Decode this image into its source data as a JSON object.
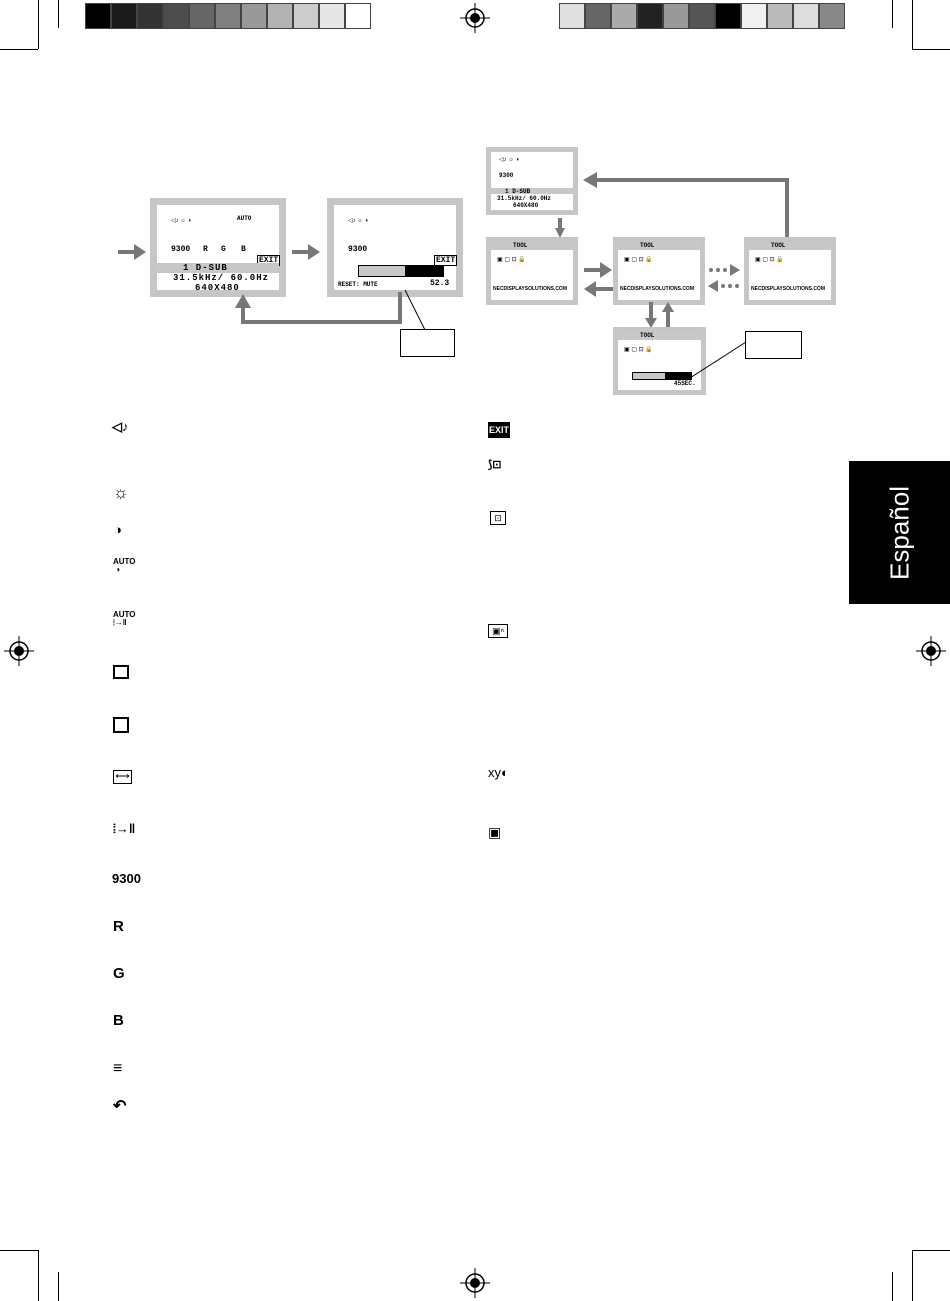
{
  "osd_main": {
    "selected_input_label": "1 D-SUB",
    "frequency_label": "31.5kHz/ 60.0Hz",
    "resolution_label": "640X480",
    "color_preset_label": "9300",
    "red_label": "R",
    "green_label": "G",
    "blue_label": "B",
    "auto_label": "AUTO",
    "exit_label": "EXIT"
  },
  "osd_volume": {
    "mute_label": "RESET: MUTE",
    "volume_value": "52.3",
    "volume_level": 0.55
  },
  "osd_tool": {
    "title": "TOOL",
    "website": "NECDISPLAYSOLUTIONS.COM",
    "timer_label": "45SEC.",
    "xy_label": "xy"
  },
  "sidebar_tab": {
    "label": "Español"
  },
  "left_icons": [
    {
      "name": "volume-icon",
      "glyph": "◁♪"
    },
    {
      "name": "brightness-icon",
      "glyph": "☼"
    },
    {
      "name": "contrast-icon",
      "glyph": "◑"
    },
    {
      "name": "auto-adjust-icon",
      "glyph": "AUTO"
    },
    {
      "name": "auto-adjust-full-icon",
      "glyph": "AUTO"
    },
    {
      "name": "left-right-icon",
      "glyph": "▭"
    },
    {
      "name": "down-up-icon",
      "glyph": "□"
    },
    {
      "name": "h-size-icon",
      "glyph": "⟷"
    },
    {
      "name": "fine-icon",
      "glyph": "⦙→‖"
    },
    {
      "name": "color-9300-icon",
      "glyph": "9300"
    },
    {
      "name": "red-icon",
      "glyph": "R"
    },
    {
      "name": "green-icon",
      "glyph": "G"
    },
    {
      "name": "blue-icon",
      "glyph": "B"
    },
    {
      "name": "tool-icon",
      "glyph": "≡"
    },
    {
      "name": "factory-preset-icon",
      "glyph": "↶"
    }
  ],
  "right_icons": [
    {
      "name": "exit-icon",
      "glyph": "EXIT"
    },
    {
      "name": "language-icon",
      "glyph": "⟆A"
    },
    {
      "name": "osd-position-icon",
      "glyph": "⊡"
    },
    {
      "name": "osd-lockout-icon",
      "glyph": "🔒"
    },
    {
      "name": "xy-info-icon",
      "glyph": "xy"
    },
    {
      "name": "monitor-info-icon",
      "glyph": "▣"
    }
  ]
}
